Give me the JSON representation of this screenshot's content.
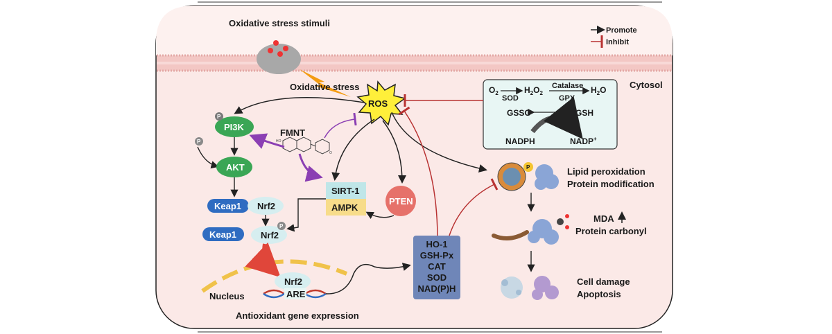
{
  "legend": {
    "promote": "Promote",
    "inhibit": "Inhibit"
  },
  "stimuli": "Oxidative stress stimuli",
  "oxidative_stress": "Oxidative stress",
  "ros": "ROS",
  "cytosol": "Cytosol",
  "nucleus": "Nucleus",
  "fmnt": "FMNT",
  "pi3k": "PI3K",
  "akt": "AKT",
  "keap1": "Keap1",
  "nrf2": "Nrf2",
  "phospho": "P",
  "sirt1": "SIRT-1",
  "ampk": "AMPK",
  "pten": "PTEN",
  "are": "ARE",
  "antioxidant_expression": "Antioxidant gene expression",
  "enzymes": [
    "HO-1",
    "GSH-Px",
    "CAT",
    "SOD",
    "NAD(P)H"
  ],
  "cytosol_box": {
    "o2": "O",
    "o2_sub": "2",
    "sod": "SOD",
    "h2o2_a": "H",
    "h2o2_sub1": "2",
    "h2o2_b": "O",
    "h2o2_sub2": "2",
    "catalase": "Catalase",
    "gpx": "GPX",
    "h2o_a": "H",
    "h2o_sub": "2",
    "h2o_b": "O",
    "gssg": "GSSG",
    "gsh": "GSH",
    "nadph": "NADPH",
    "nadp": "NADP",
    "nadp_sup": "+"
  },
  "lipid_peroxidation": "Lipid peroxidation",
  "protein_modification": "Protein modification",
  "mda": "MDA",
  "protein_carbonyl": "Protein carbonyl",
  "cell_damage": "Cell damage",
  "apoptosis": "Apoptosis",
  "colors": {
    "cell": "#fbe9e7",
    "membrane": "#f3c7c4",
    "green": "#3aa655",
    "blue": "#2f6cc1",
    "lightblue": "#d9eef2",
    "cyan": "#bfe6e8",
    "yellow": "#f7dc8a",
    "red": "#c0392b",
    "purple": "#8b3fb3"
  }
}
